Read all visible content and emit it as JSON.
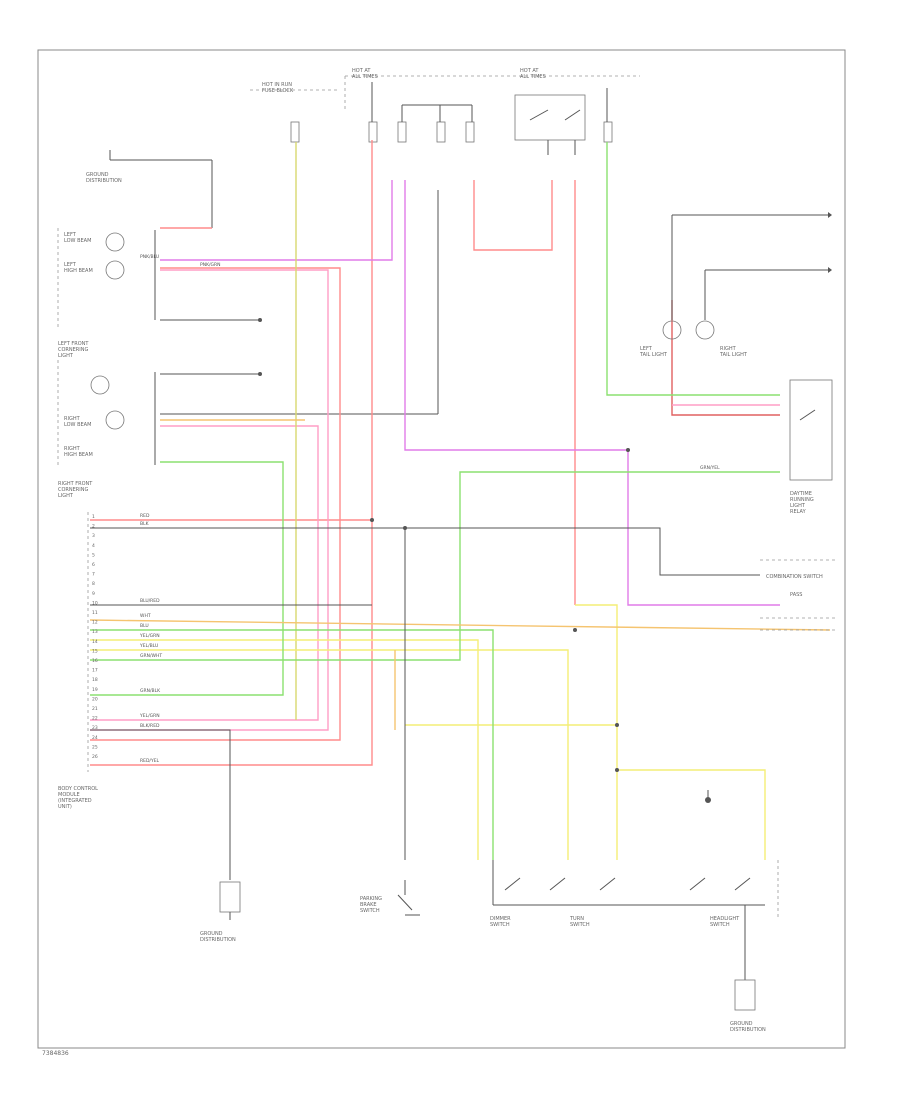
{
  "footer": {
    "code": "7384836"
  },
  "colors": {
    "red": "#ff8c8c",
    "pink": "#ff9ec6",
    "magenta": "#e07ce8",
    "yellow": "#f4ee76",
    "green": "#8ce070",
    "orange": "#f5c470",
    "gray": "#555555"
  },
  "components": {
    "fuse_top_left": {
      "label": "HOT IN RUN\nFUSE BLOCK"
    },
    "fuse_top_center": {
      "label": "HOT AT\nALL TIMES"
    },
    "fuse_top_right": {
      "label": "HOT AT\nALL TIMES"
    },
    "ground_tl": {
      "label": "GROUND\nDISTRIBUTION"
    },
    "left_front_cornering": {
      "label": "LEFT FRONT\nCORNERING\nLIGHT"
    },
    "right_front_cornering": {
      "label": "RIGHT FRONT\nCORNERING\nLIGHT"
    },
    "lamp_left_low": {
      "label": "LEFT\nLOW BEAM"
    },
    "lamp_left_high": {
      "label": "LEFT\nHIGH BEAM"
    },
    "lamp_right_low": {
      "label": "RIGHT\nLOW BEAM"
    },
    "lamp_right_high": {
      "label": "RIGHT\nHIGH BEAM"
    },
    "tail_left": {
      "label": "LEFT\nTAIL LIGHT"
    },
    "tail_right": {
      "label": "RIGHT\nTAIL LIGHT"
    },
    "parking_brake_switch": {
      "label": "PARKING\nBRAKE\nSWITCH"
    },
    "combination_switch": {
      "label": "COMBINATION SWITCH"
    },
    "passing_switch": {
      "label": "PASS"
    },
    "ecu": {
      "label": "BODY CONTROL\nMODULE\n(INTEGRATED\nUNIT)"
    },
    "daytime_relay": {
      "label": "DAYTIME\nRUNNING\nLIGHT\nRELAY"
    },
    "ground_bottom_left": {
      "label": "GROUND\nDISTRIBUTION"
    },
    "ground_bottom_right": {
      "label": "GROUND\nDISTRIBUTION"
    },
    "dimmer_switch": {
      "label": "DIMMER\nSWITCH"
    },
    "headlight_switch": {
      "label": "HEADLIGHT\nSWITCH"
    },
    "turn_switch": {
      "label": "TURN\nSWITCH"
    }
  },
  "wire_labels": [
    "RED",
    "PNK/BLU",
    "PNK/GRN",
    "BLK",
    "BLU/RED",
    "GRN/WHT",
    "YEL/GRN",
    "WHT",
    "BLU",
    "YEL/BLU",
    "GRN/BLK",
    "YEL/GRN",
    "BLK/RED",
    "RED/YEL",
    "GRN/YEL"
  ],
  "ecu_pins": [
    "1",
    "2",
    "3",
    "4",
    "5",
    "6",
    "7",
    "8",
    "9",
    "10",
    "11",
    "12",
    "13",
    "14",
    "15",
    "16",
    "17",
    "18",
    "19",
    "20",
    "21",
    "22",
    "23",
    "24",
    "25",
    "26"
  ]
}
